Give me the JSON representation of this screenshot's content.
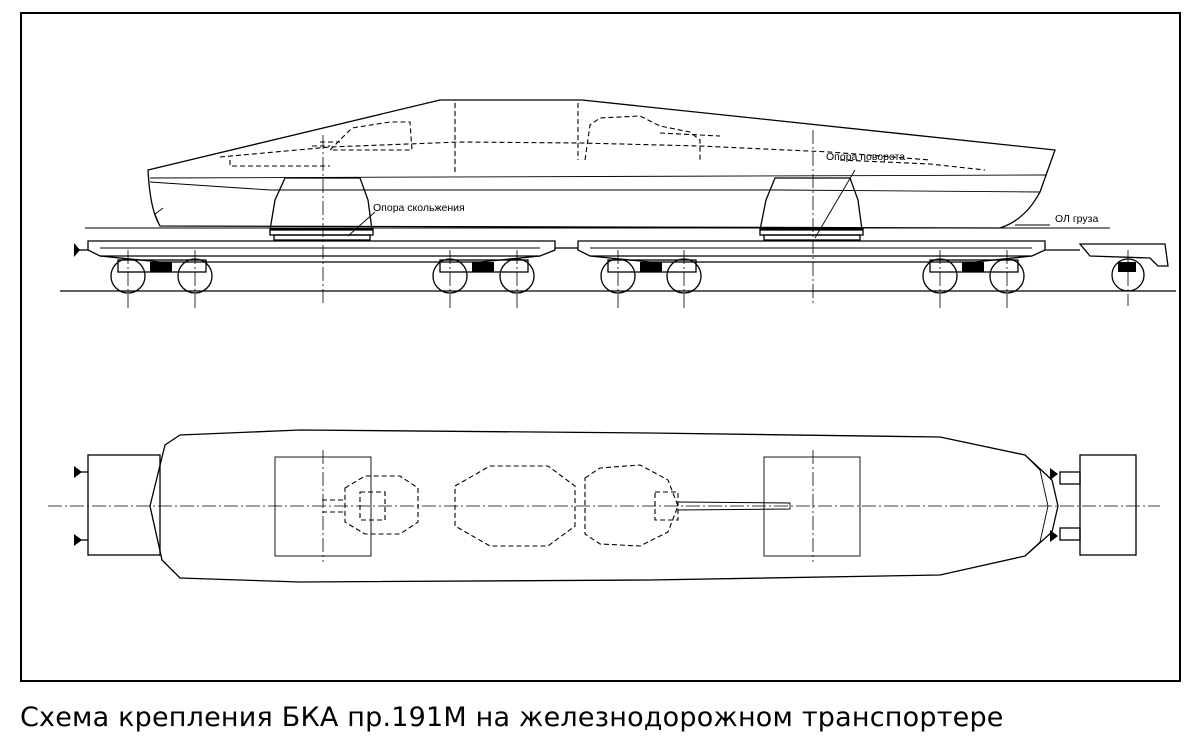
{
  "labels": {
    "pivot_support": "Опора поворота",
    "slide_support": "Опора скольжения",
    "load_waterline": "ОЛ груза"
  },
  "caption": "Схема крепления БКА пр.191М на железнодорожном транспортере"
}
